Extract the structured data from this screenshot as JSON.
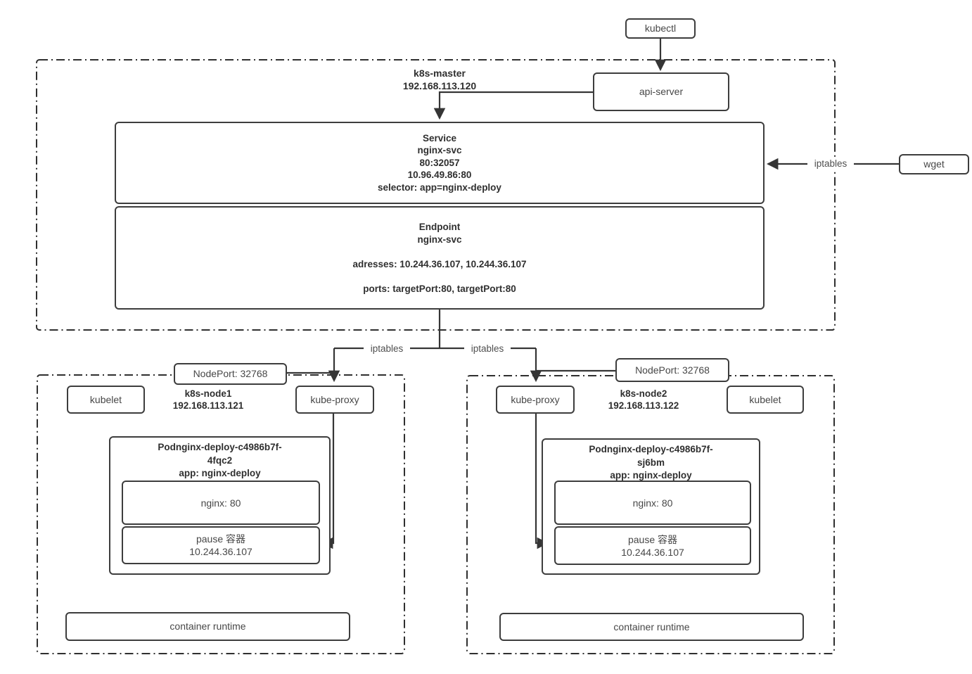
{
  "external": {
    "kubectl": "kubectl",
    "wget": "wget",
    "iptables_wget": "iptables"
  },
  "master": {
    "name": "k8s-master",
    "ip": "192.168.113.120",
    "api_server": "api-server",
    "service": {
      "title": "Service",
      "name": "nginx-svc",
      "port_mapping": "80:32057",
      "cluster_ip": "10.96.49.86:80",
      "selector": "selector: app=nginx-deploy"
    },
    "endpoint": {
      "title": "Endpoint",
      "name": "nginx-svc",
      "addresses": "adresses: 10.244.36.107, 10.244.36.107",
      "ports": "ports: targetPort:80, targetPort:80"
    }
  },
  "routing": {
    "iptables_node1": "iptables",
    "iptables_node2": "iptables",
    "nodeport1": "NodePort: 32768",
    "nodeport2": "NodePort: 32768"
  },
  "node1": {
    "name": "k8s-node1",
    "ip": "192.168.113.121",
    "kubelet": "kubelet",
    "kube_proxy": "kube-proxy",
    "pod": {
      "title1": "Podnginx-deploy-c4986b7f-",
      "title2": "4fqc2",
      "title3": "app: nginx-deploy",
      "nginx": "nginx: 80",
      "pause_name": "pause 容器",
      "pause_ip": "10.244.36.107"
    },
    "runtime": "container runtime"
  },
  "node2": {
    "name": "k8s-node2",
    "ip": "192.168.113.122",
    "kubelet": "kubelet",
    "kube_proxy": "kube-proxy",
    "pod": {
      "title1": "Podnginx-deploy-c4986b7f-",
      "title2": "sj6bm",
      "title3": "app: nginx-deploy",
      "nginx": "nginx: 80",
      "pause_name": "pause 容器",
      "pause_ip": "10.244.36.107"
    },
    "runtime": "container runtime"
  }
}
